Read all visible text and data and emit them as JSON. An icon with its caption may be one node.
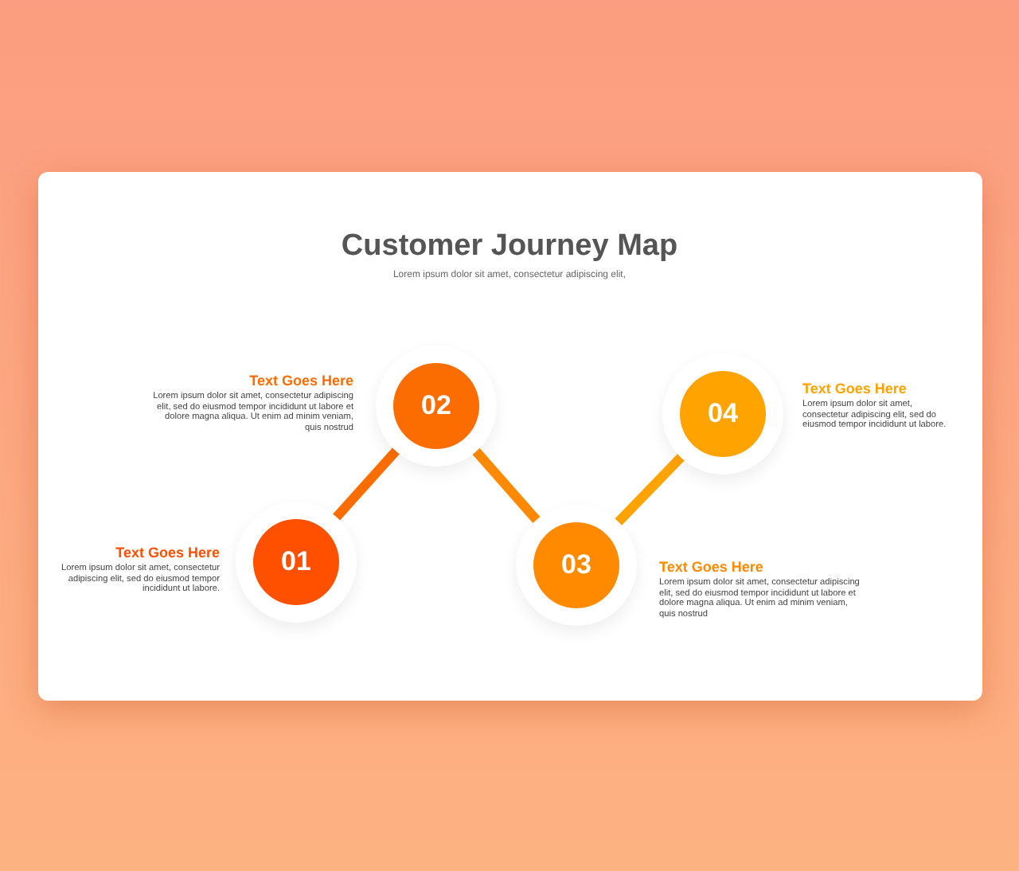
{
  "diagram": {
    "title": "Customer Journey Map",
    "nodes": [
      {
        "text": [
          "01"
        ],
        "beside": [
          "Text Goes Here",
          "Lorem ipsum dolor sit amet, consectetur adipiscing elit, sed do eiusmod tempor incididunt ut labore."
        ]
      },
      {
        "text": [
          "02"
        ],
        "beside": [
          "Text Goes Here",
          "Lorem ipsum dolor sit amet, consectetur adipiscing elit, sed do eiusmod tempor incididunt ut labore et dolore magna aliqua. Ut enim ad minim veniam, quis nostrud"
        ]
      },
      {
        "text": [
          "03"
        ],
        "beside": [
          "Text Goes Here",
          "Lorem ipsum dolor sit amet, consectetur adipiscing elit, sed do eiusmod tempor incididunt ut labore et dolore magna aliqua. Ut enim ad minim veniam, quis nostrud"
        ]
      },
      {
        "text": [
          "04"
        ],
        "beside": [
          "Text Goes Here",
          "Lorem ipsum dolor sit amet, consectetur adipiscing elit, sed do eiusmod tempor incididunt ut labore."
        ]
      }
    ],
    "edges": [
      {
        "from": 0,
        "to": 1,
        "arrow": "none"
      },
      {
        "from": 1,
        "to": 2,
        "arrow": "none"
      },
      {
        "from": 2,
        "to": 3,
        "arrow": "none"
      }
    ],
    "labels": [
      "Lorem ipsum dolor sit amet, consectetur adipiscing elit,"
    ]
  }
}
